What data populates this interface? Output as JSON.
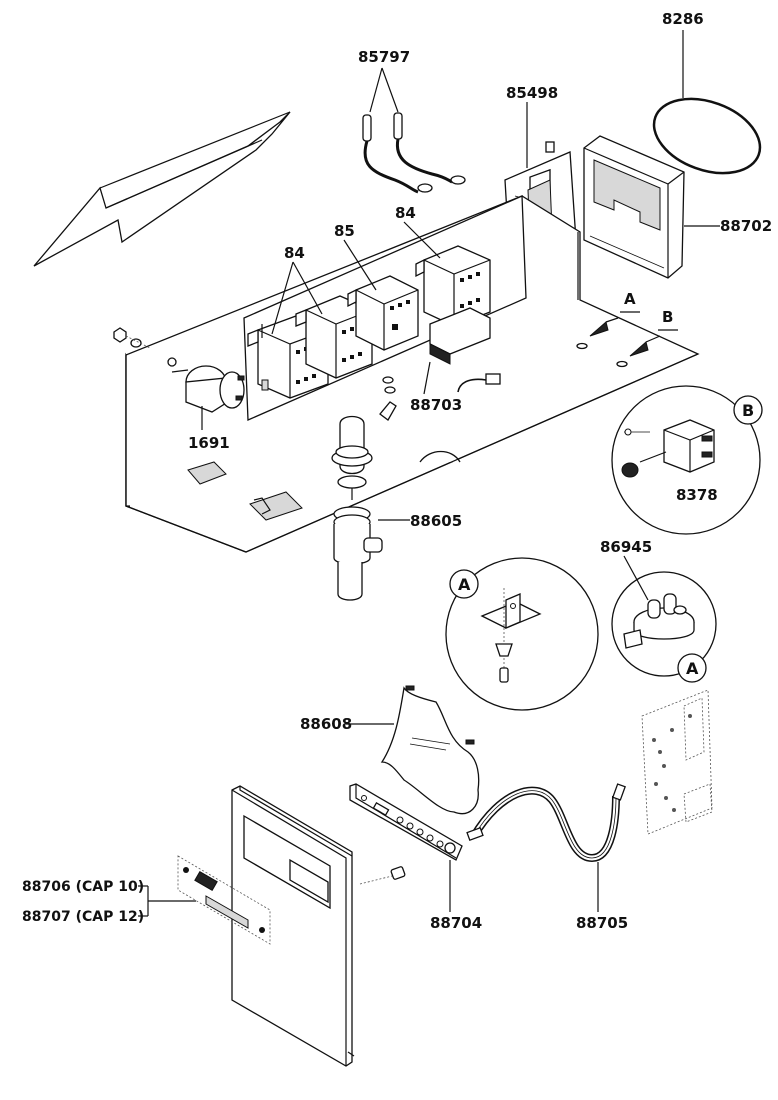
{
  "labels": {
    "p8286": "8286",
    "p85797": "85797",
    "p85498": "85498",
    "p88702": "88702",
    "p84_left": "84",
    "p85": "85",
    "p84_right": "84",
    "p1691": "1691",
    "p88703": "88703",
    "p88605": "88605",
    "p8378": "8378",
    "p86945": "86945",
    "p88608": "88608",
    "p88704": "88704",
    "p88705": "88705",
    "p88706": "88706 (CAP 10)",
    "p88707": "88707 (CAP 12)"
  },
  "section_markers": {
    "a": "A",
    "b": "B"
  },
  "callouts": {
    "b_detail": "B",
    "a_detail_left": "A",
    "a_detail_right": "A"
  }
}
